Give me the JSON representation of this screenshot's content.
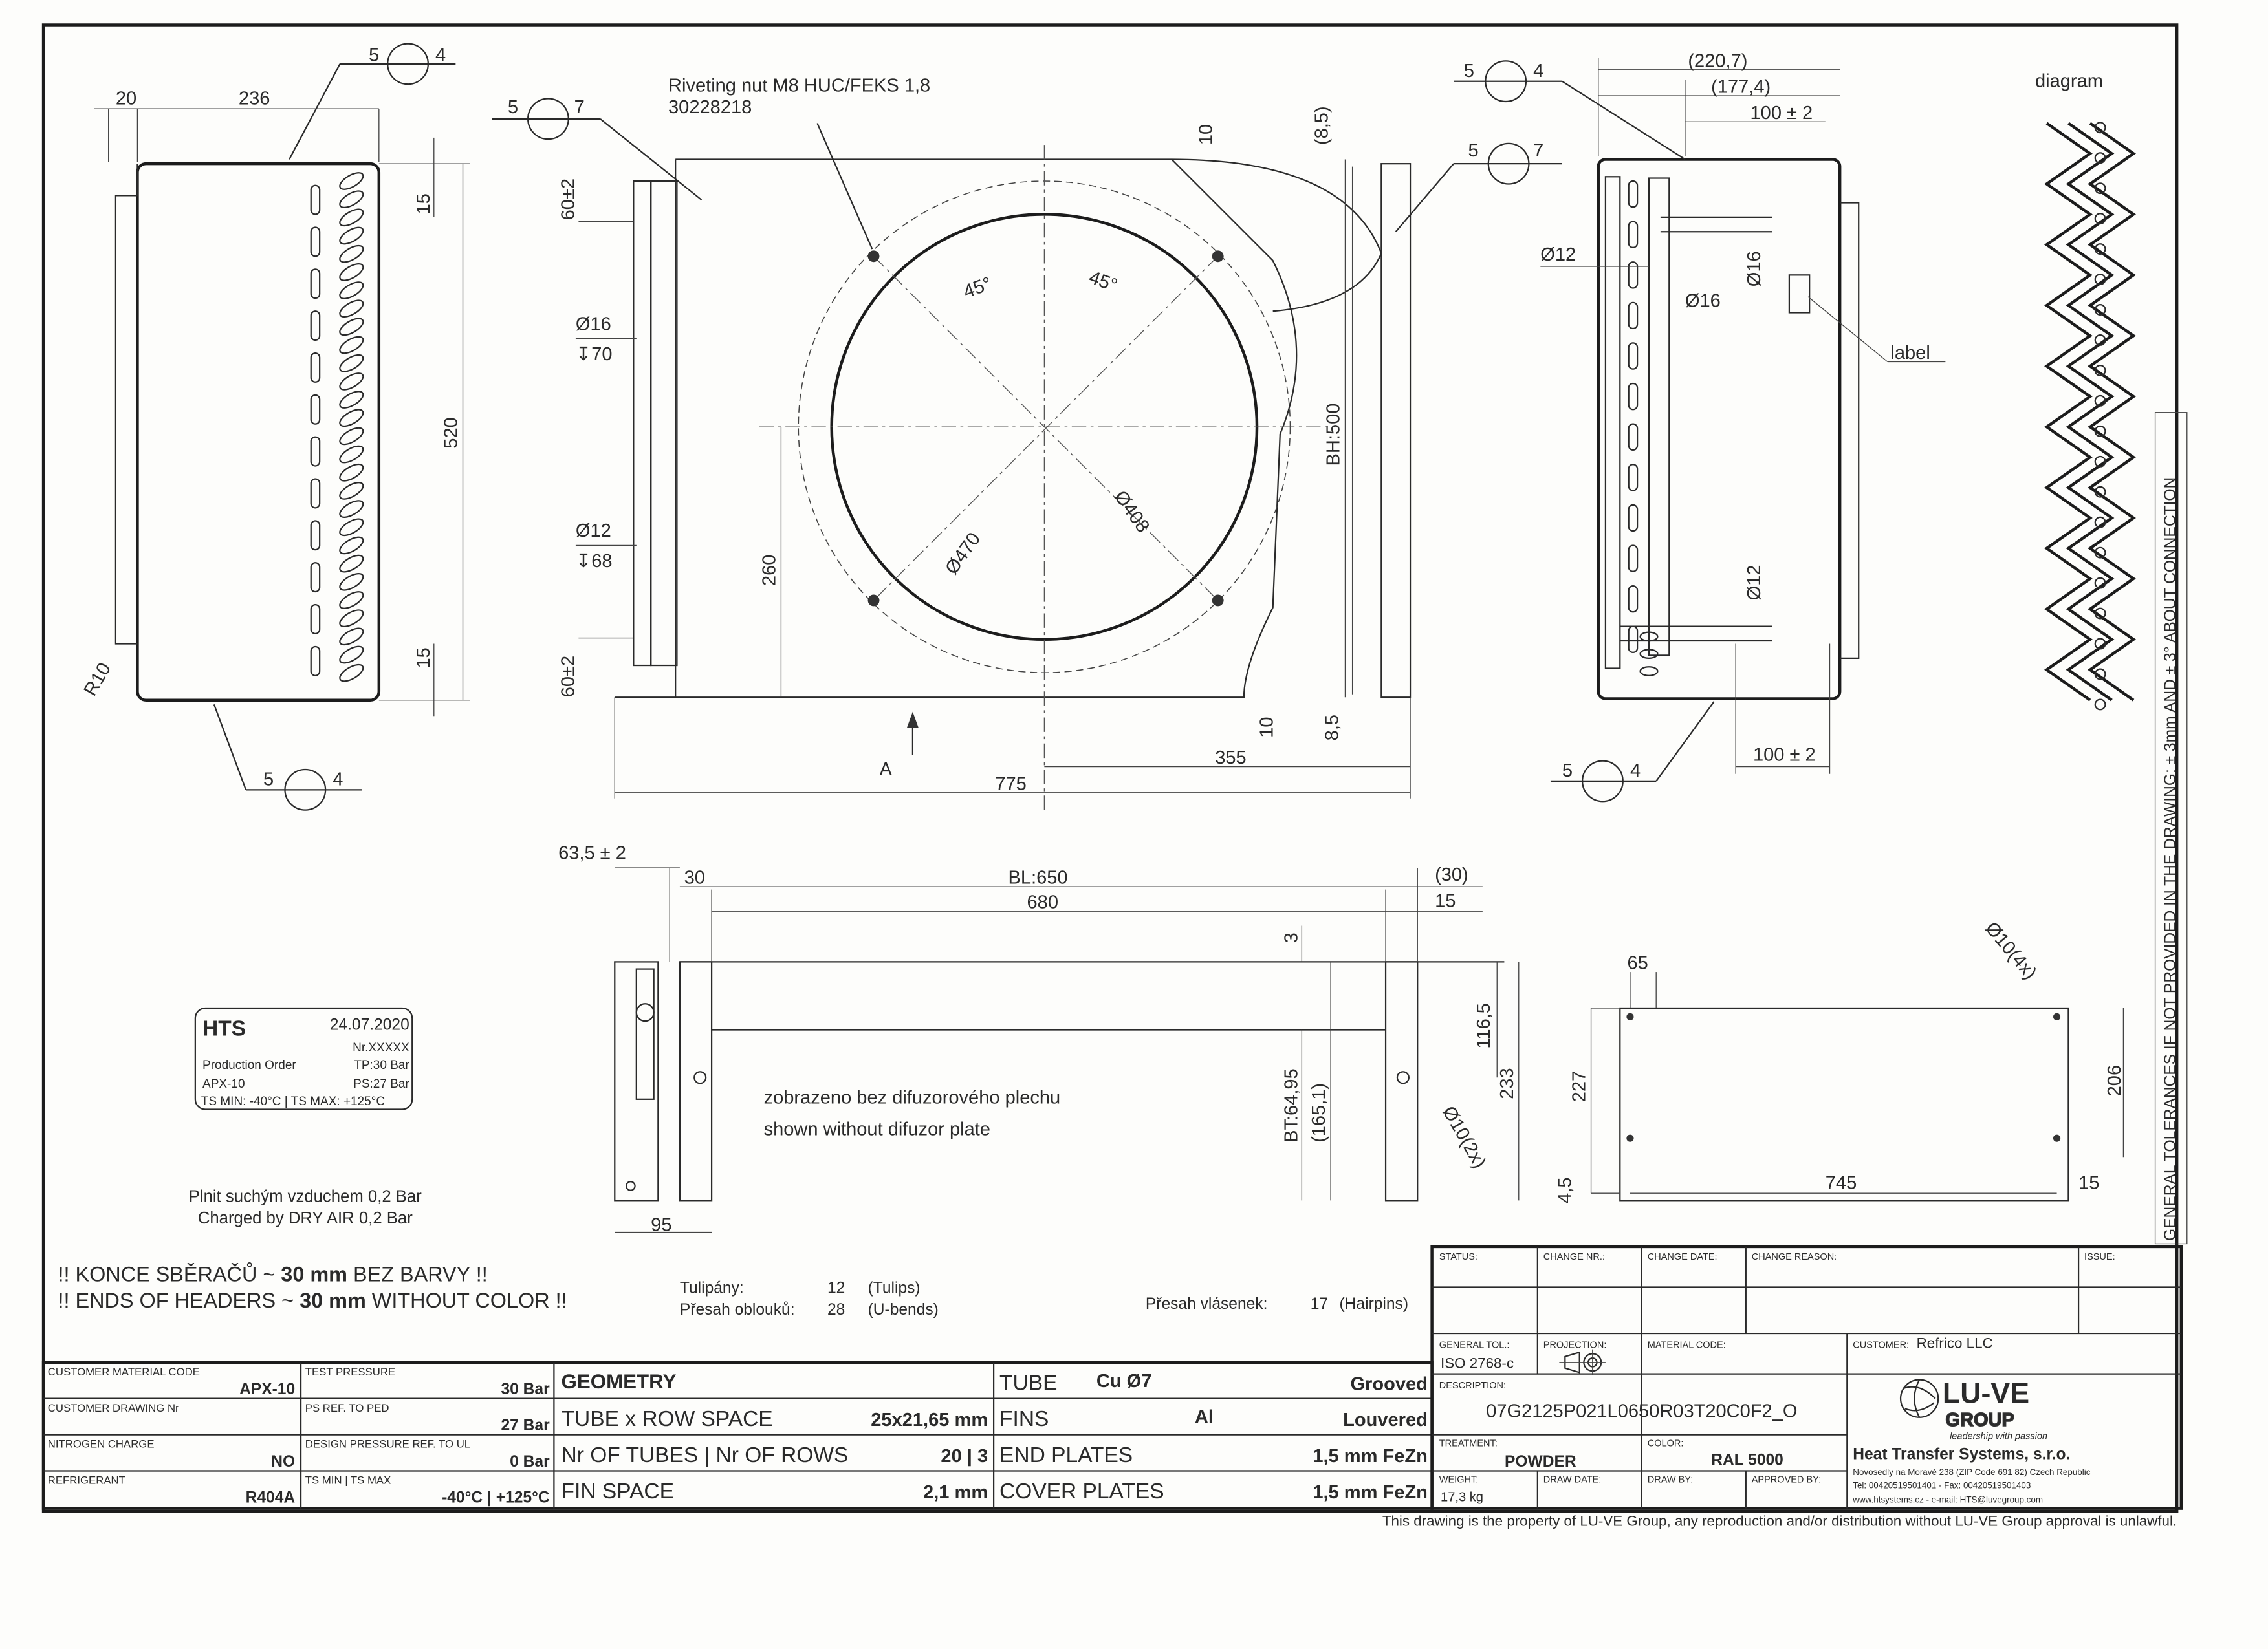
{
  "balloons": {
    "a": "5",
    "b": "4",
    "c": "7"
  },
  "left_view": {
    "dims": [
      "20",
      "236",
      "15",
      "520",
      "15",
      "R10"
    ]
  },
  "front_view": {
    "note_line1": "Riveting nut M8 HUC/FEKS 1,8",
    "note_line2": "30228218",
    "angle1": "45°",
    "angle2": "45°",
    "d470": "Ø470",
    "d408": "Ø408",
    "h260": "260",
    "w775": "775",
    "w355": "355",
    "bh": "BH:500",
    "t10": "10",
    "t85": "(8,5)",
    "b10": "10",
    "b85": "8,5",
    "tol_top": "60±2",
    "tol_bot": "60±2",
    "d16": "Ø16",
    "depth70": "↧70",
    "d12": "Ø12",
    "depth68": "↧68",
    "view_a": "A"
  },
  "right_view": {
    "w2207": "(220,7)",
    "w1774": "(177,4)",
    "t100a": "100 ± 2",
    "d12a": "Ø12",
    "d16a": "Ø16",
    "d16b": "Ø16",
    "d12b": "Ø12",
    "label": "label",
    "t100b": "100 ± 2"
  },
  "diagram_title": "diagram",
  "tolerance_note": "GENERAL TOLERANCES IF NOT PROVIDED IN THE DRAWING: ± 3mm AND ± 3° ABOUT CONNECTION",
  "bottom_view": {
    "t635": "63,5 ± 2",
    "t30": "30",
    "bl": "BL:650",
    "w680": "680",
    "t30b": "(30)",
    "t15": "15",
    "t3": "3",
    "h1165": "116,5",
    "h233": "233",
    "bt": "BT:64,95",
    "h1651": "(165,1)",
    "d10": "Ø10(2x)",
    "w95": "95",
    "note_cz": "zobrazeno bez difuzorového plechu",
    "note_en": "shown without difuzor plate"
  },
  "side_bottom_view": {
    "w65": "65",
    "d10": "Ø10(4x)",
    "h227": "227",
    "h206": "206",
    "t45": "4,5",
    "w745": "745",
    "t15": "15"
  },
  "stamp": {
    "brand": "HTS",
    "date": "24.07.2020",
    "nr": "Nr.XXXXX",
    "order_label": "Production Order",
    "tp": "TP:30 Bar",
    "order": "APX-10",
    "ps": "PS:27 Bar",
    "ts": "TS MIN: -40°C | TS MAX: +125°C"
  },
  "notes": {
    "charge_cz": "Plnit suchým vzduchem 0,2 Bar",
    "charge_en": "Charged by DRY AIR 0,2 Bar",
    "headers_cz_pre": "!! KONCE SBĚRAČŮ ~ ",
    "headers_cz_bold": "30 mm",
    "headers_cz_post": " BEZ BARVY !!",
    "headers_en_pre": "!! ENDS OF HEADERS ~ ",
    "headers_en_bold": "30 mm",
    "headers_en_post": " WITHOUT COLOR !!",
    "tulips_label": "Tulipány:",
    "tulips_value": "12",
    "tulips_en": "(Tulips)",
    "ubends_label": "Přesah oblouků:",
    "ubends_value": "28",
    "ubends_en": "(U-bends)",
    "hairpins_label": "Přesah vlásenek:",
    "hairpins_value": "17",
    "hairpins_en": "(Hairpins)"
  },
  "spec_table": [
    {
      "label": "CUSTOMER MATERIAL CODE",
      "value": "APX-10"
    },
    {
      "label": "CUSTOMER DRAWING Nr",
      "value": ""
    },
    {
      "label": "NITROGEN CHARGE",
      "value": "NO"
    },
    {
      "label": "REFRIGERANT",
      "value": "R404A"
    }
  ],
  "pressure_table": [
    {
      "label": "TEST PRESSURE",
      "value": "30 Bar"
    },
    {
      "label": "PS REF. TO PED",
      "value": "27 Bar"
    },
    {
      "label": "DESIGN PRESSURE REF. TO UL",
      "value": "0 Bar"
    },
    {
      "label": "TS MIN | TS MAX",
      "value": "-40°C | +125°C"
    }
  ],
  "geometry": {
    "title": "GEOMETRY",
    "rows": [
      {
        "label": "TUBE x ROW SPACE",
        "value": "25x21,65 mm"
      },
      {
        "label": "Nr OF TUBES | Nr OF ROWS",
        "value": "20 | 3"
      },
      {
        "label": "FIN SPACE",
        "value": "2,1 mm"
      }
    ]
  },
  "materials": [
    {
      "label": "TUBE",
      "mid": "Cu Ø7",
      "value": "Grooved"
    },
    {
      "label": "FINS",
      "mid": "Al",
      "value": "Louvered"
    },
    {
      "label": "END PLATES",
      "mid": "",
      "value": "1,5 mm FeZn"
    },
    {
      "label": "COVER PLATES",
      "mid": "",
      "value": "1,5 mm FeZn"
    }
  ],
  "title_block": {
    "status": "STATUS:",
    "change_nr": "CHANGE NR.:",
    "change_date": "CHANGE DATE:",
    "change_reason": "CHANGE REASON:",
    "issue": "ISSUE:",
    "general_tol_label": "GENERAL TOL.:",
    "general_tol": "ISO 2768-c",
    "projection_label": "PROJECTION:",
    "material_code_label": "MATERIAL CODE:",
    "customer_label": "CUSTOMER:",
    "customer": "Refrico LLC",
    "description_label": "DESCRIPTION:",
    "description": "07G2125P021L0650R03T20C0F2_O",
    "treatment_label": "TREATMENT:",
    "treatment": "POWDER",
    "color_label": "COLOR:",
    "color": "RAL 5000",
    "weight_label": "WEIGHT:",
    "weight": "17,3 kg",
    "draw_date_label": "DRAW DATE:",
    "draw_by_label": "DRAW BY:",
    "approved_by_label": "APPROVED BY:",
    "logo_main": "LU-VE",
    "logo_sub": "GROUP",
    "logo_tag": "leadership with passion",
    "company": "Heat Transfer Systems, s.r.o.",
    "address": "Novosedly na Moravě 238 (ZIP Code 691 82) Czech Republic",
    "phone": "Tel: 00420519501401 - Fax: 00420519501403",
    "web": "www.htsystems.cz - e-mail: HTS@luvegroup.com"
  },
  "copyright": "This drawing is the property of LU-VE Group, any reproduction and/or distribution without LU-VE Group approval is unlawful."
}
